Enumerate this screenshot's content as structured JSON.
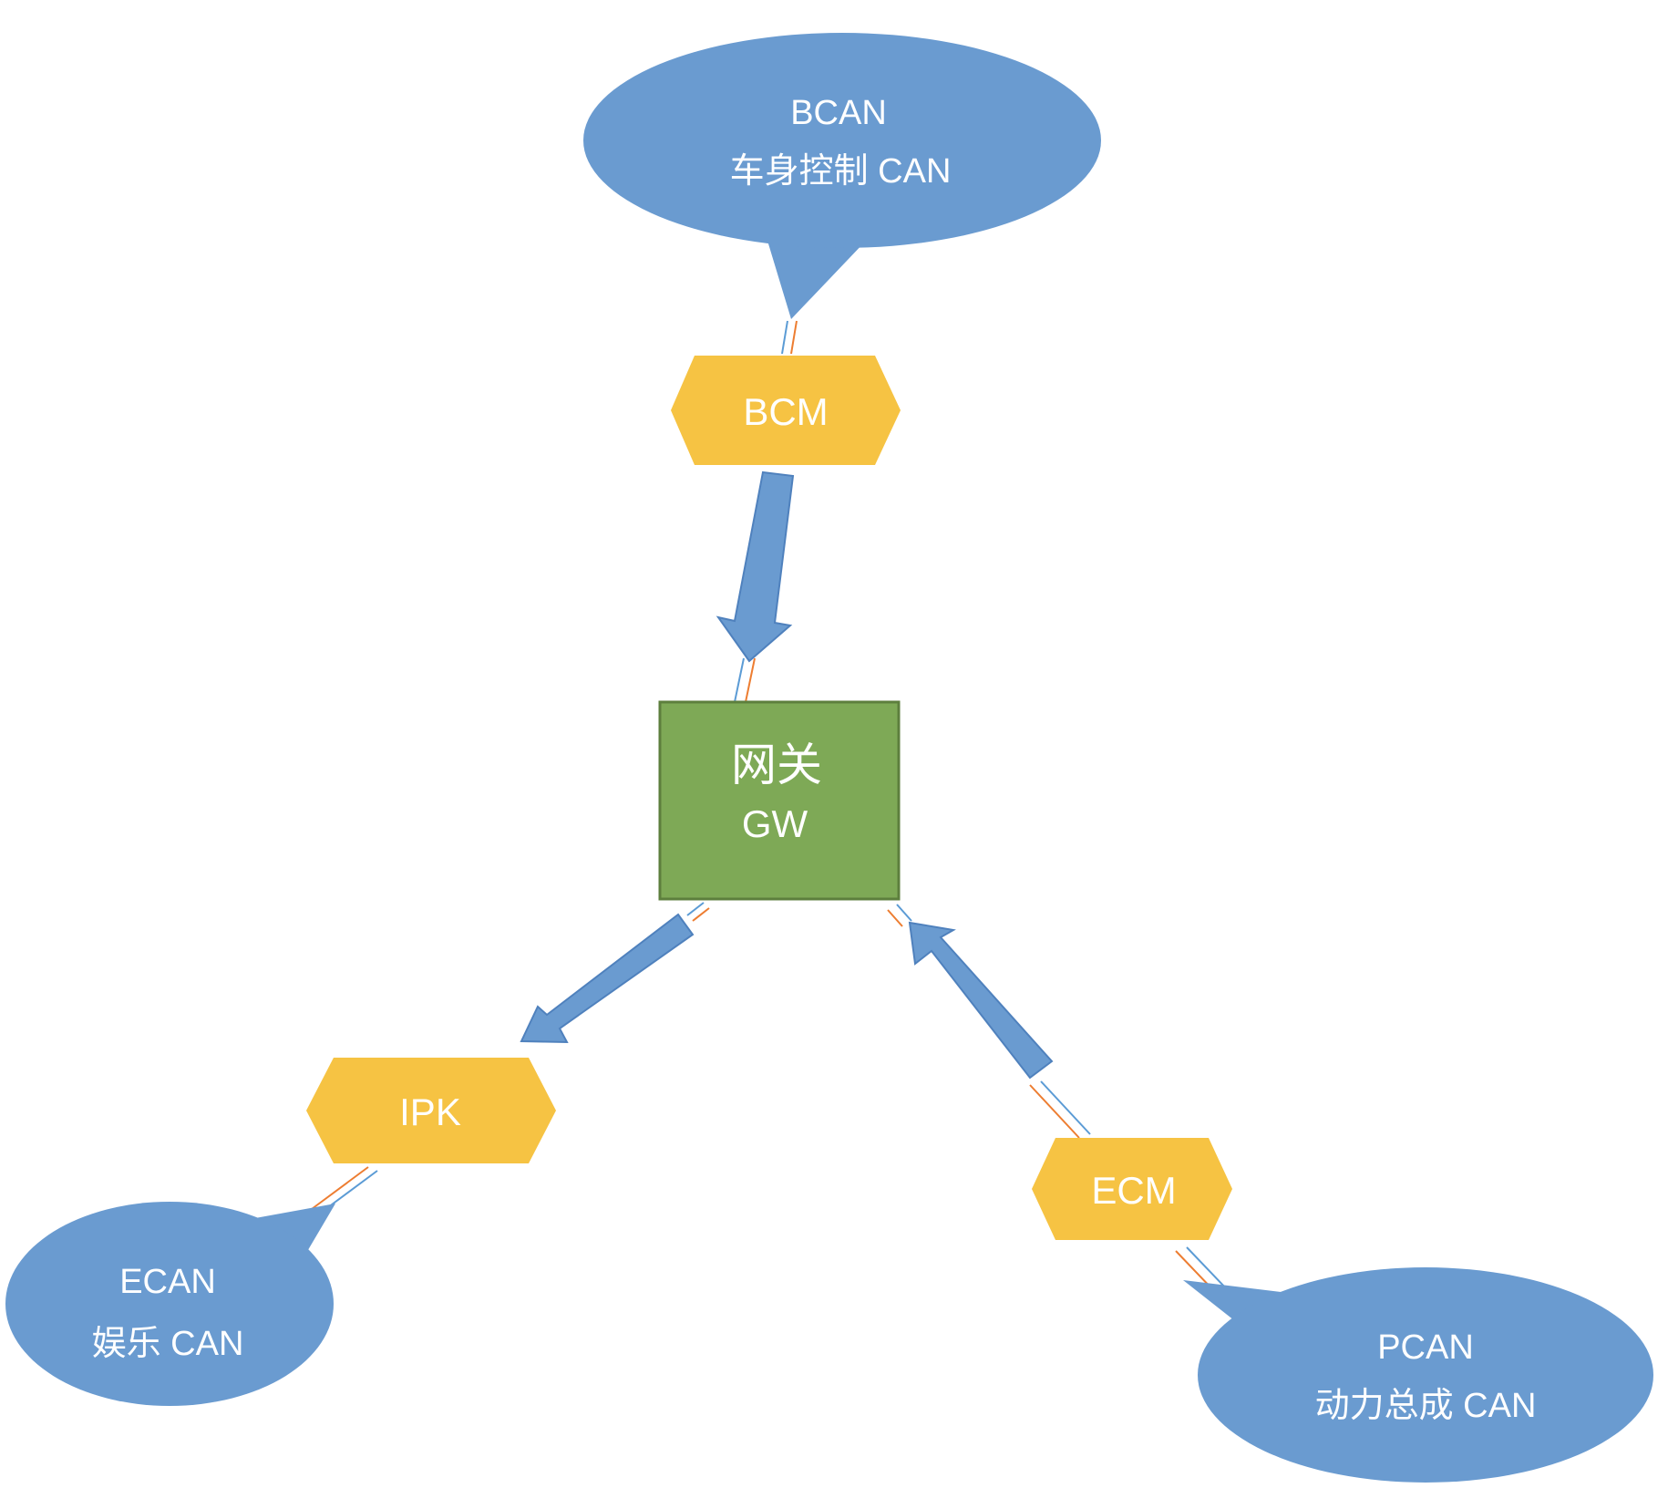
{
  "colors": {
    "bubble_fill": "#6a9bd0",
    "module_fill": "#f6c343",
    "gateway_fill": "#7ea956",
    "gateway_border": "#5d7f3d",
    "arrow_fill": "#6a9bd0",
    "arrow_stroke": "#4f81bd",
    "wire_blue": "#5b9bd5",
    "wire_orange": "#ed7d31",
    "label_text": "#ffffff"
  },
  "gateway": {
    "line1": "网关",
    "line2": "GW"
  },
  "modules": {
    "bcm": "BCM",
    "ipk": "IPK",
    "ecm": "ECM"
  },
  "buses": {
    "bcan": {
      "line1": "BCAN",
      "line2": "车身控制 CAN"
    },
    "ecan": {
      "line1": "ECAN",
      "line2": "娱乐 CAN"
    },
    "pcan": {
      "line1": "PCAN",
      "line2": "动力总成 CAN"
    }
  },
  "arrows": [
    {
      "from": "BCM",
      "to": "GW"
    },
    {
      "from": "GW",
      "to": "IPK"
    },
    {
      "from": "ECM",
      "to": "GW"
    }
  ]
}
